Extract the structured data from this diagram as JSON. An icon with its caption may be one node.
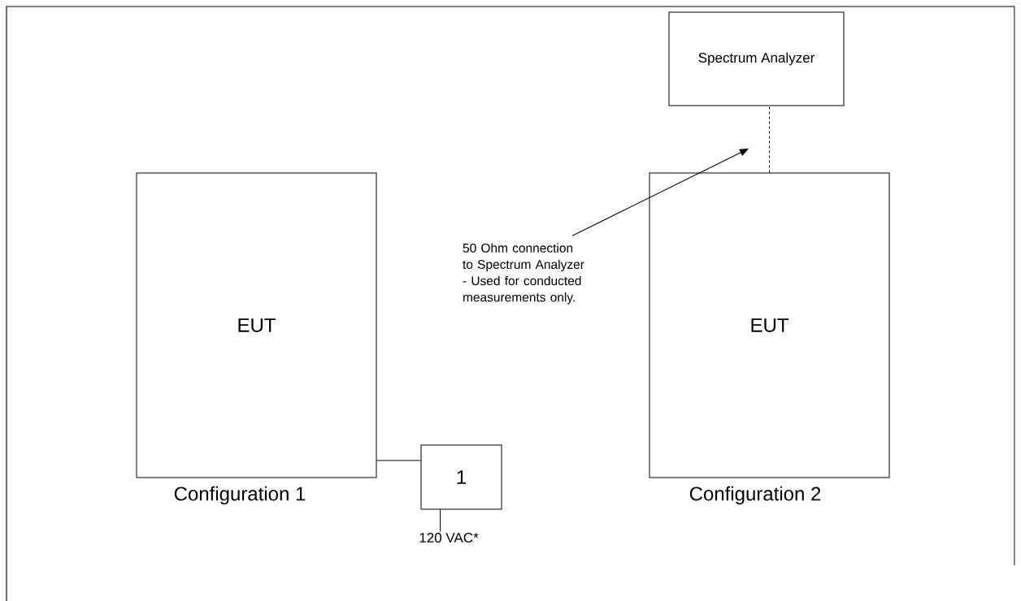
{
  "diagram": {
    "nodes": [
      {
        "text": [
          "EUT"
        ],
        "beside": [
          "Configuration 1"
        ]
      },
      {
        "text": [
          "1"
        ]
      },
      {
        "text": [
          "120 VAC*"
        ]
      },
      {
        "text": [
          "Spectrum Analyzer"
        ]
      },
      {
        "text": [
          "EUT"
        ],
        "beside": [
          "Configuration 2"
        ]
      },
      {
        "text": [
          "50 Ohm connection to Spectrum Analyzer - Used for conducted measurements only."
        ]
      }
    ],
    "edges": [
      {
        "from": 0,
        "to": 1,
        "arrow": "none"
      },
      {
        "from": 1,
        "to": 2,
        "arrow": "none"
      },
      {
        "from": 4,
        "to": 3,
        "arrow": "none",
        "style": "dashed"
      },
      {
        "from": 5,
        "to": null,
        "arrow": "to"
      }
    ]
  }
}
